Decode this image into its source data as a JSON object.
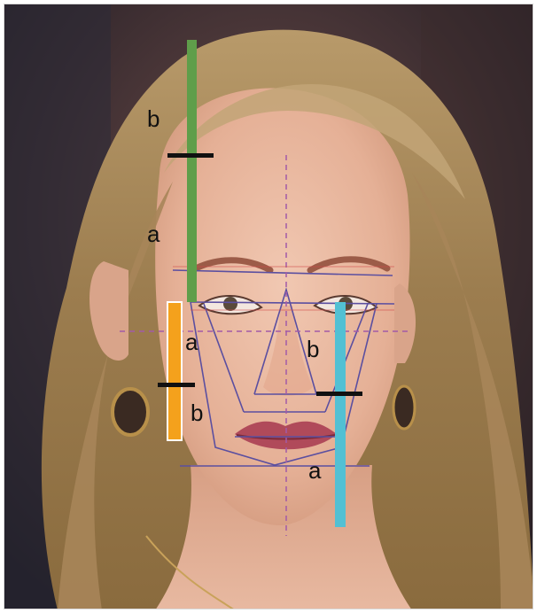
{
  "image": {
    "subject": "photo",
    "labels": {
      "green_upper": "b",
      "green_lower": "a",
      "orange_upper": "a",
      "orange_lower": "b",
      "blue_upper": "b",
      "blue_lower": "a"
    },
    "colors": {
      "green_bar": "#5f9e4a",
      "orange_bar": "#f4a11c",
      "blue_bar": "#52c0d3",
      "divider": "#111111",
      "guide_lines": "#5b4fa0",
      "dashed_lines": "#a25aa8"
    }
  }
}
